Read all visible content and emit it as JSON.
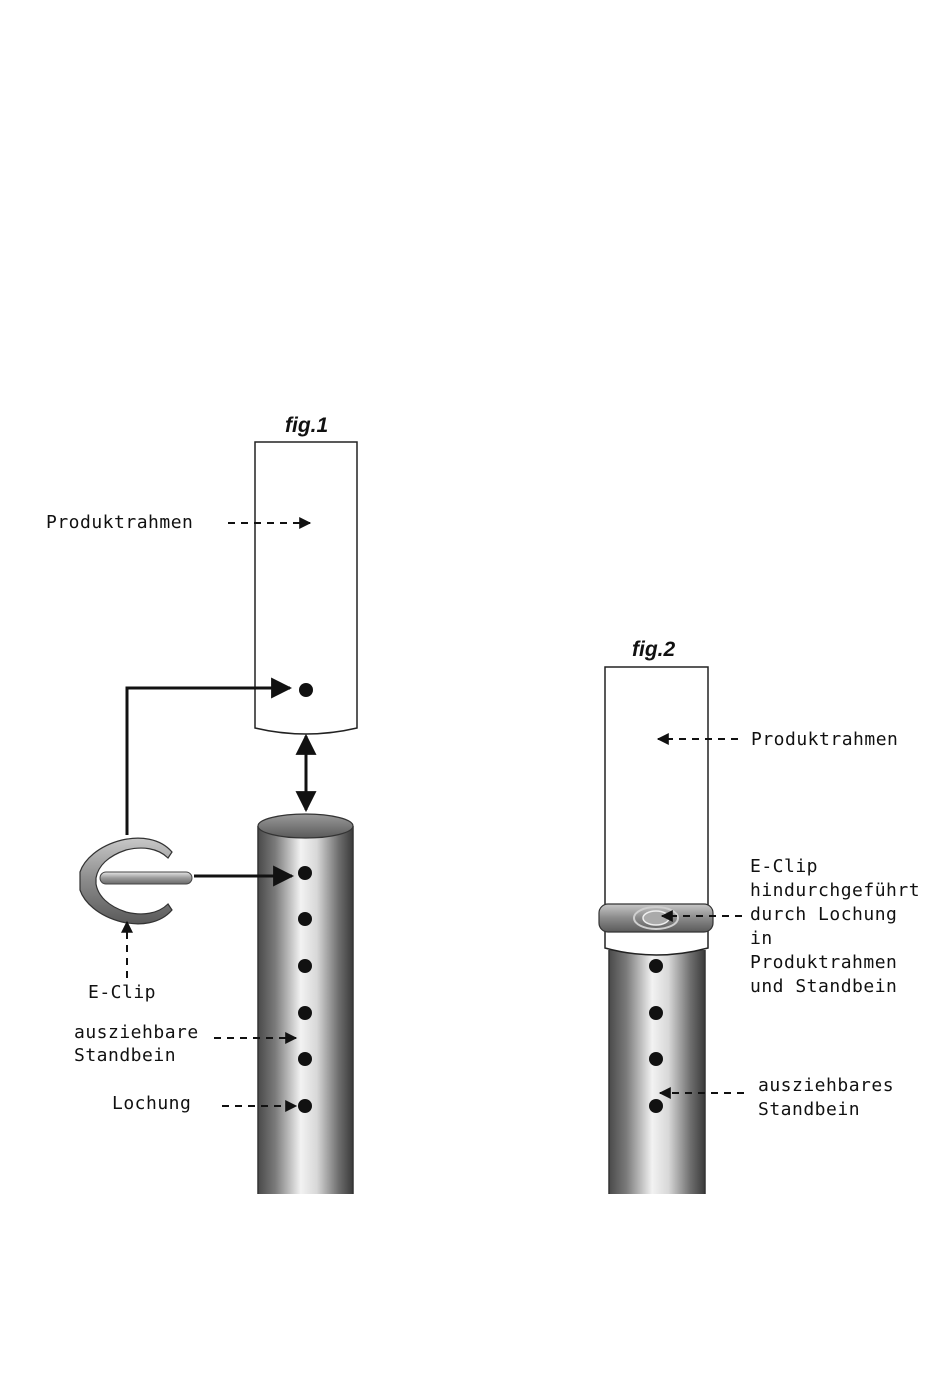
{
  "figures": {
    "fig1": {
      "title": "fig.1",
      "labels": {
        "frame": "Produktrahmen",
        "clip": "E-Clip",
        "leg_line1": "ausziehbare",
        "leg_line2": "Standbein",
        "holes": "Lochung"
      }
    },
    "fig2": {
      "title": "fig.2",
      "labels": {
        "frame": "Produktrahmen",
        "clip_line1": "E-Clip",
        "clip_line2": "hindurchgeführt",
        "clip_line3": "durch Lochung",
        "clip_line4": "in",
        "clip_line5": "Produktrahmen",
        "clip_line6": "und Standbein",
        "leg_line1": "ausziehbares",
        "leg_line2": "Standbein"
      }
    }
  }
}
